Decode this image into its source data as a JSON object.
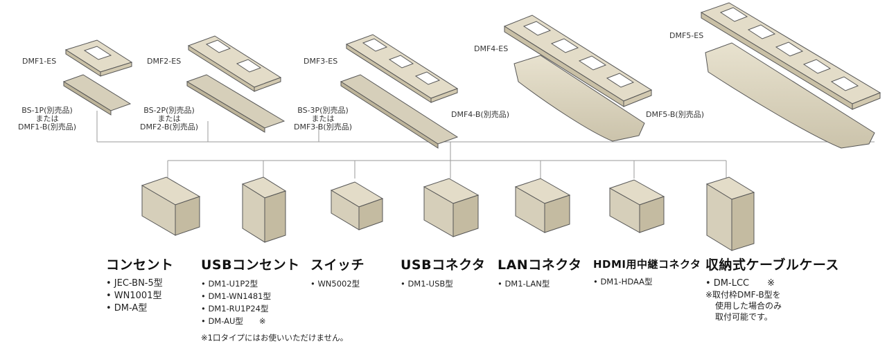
{
  "frames": [
    {
      "plate": "DMF1-ES",
      "base": "BS-1P(別売品)\nまたは\nDMF1-B(別売品)"
    },
    {
      "plate": "DMF2-ES",
      "base": "BS-2P(別売品)\nまたは\nDMF2-B(別売品)"
    },
    {
      "plate": "DMF3-ES",
      "base": "BS-3P(別売品)\nまたは\nDMF3-B(別売品)"
    },
    {
      "plate": "DMF4-ES",
      "base": "DMF4-B(別売品)"
    },
    {
      "plate": "DMF5-ES",
      "base": "DMF5-B(別売品)"
    }
  ],
  "categories": [
    {
      "title": "コンセント",
      "items": [
        "• JEC-BN-5型",
        "• WN1001型",
        "• DM-A型"
      ]
    },
    {
      "title": "USBコンセント",
      "items": [
        "• DM1-U1P2型",
        "• DM1-WN1481型",
        "• DM1-RU1P24型",
        "• DM-AU型　　※"
      ]
    },
    {
      "title": "スイッチ",
      "items": [
        "• WN5002型"
      ]
    },
    {
      "title": "USBコネクタ",
      "items": [
        "• DM1-USB型"
      ]
    },
    {
      "title": "LANコネクタ",
      "items": [
        "• DM1-LAN型"
      ]
    },
    {
      "title": "HDMI用中継コネクタ",
      "items": [
        "• DM1-HDAA型"
      ]
    },
    {
      "title": "収納式ケーブルケース",
      "items": [
        "• DM-LCC　　※"
      ]
    }
  ],
  "notes": {
    "usb_note": "※1口タイプにはお使いいただけません。",
    "case_note_1": "※取付枠DMF-B型を",
    "case_note_2": "使用した場合のみ",
    "case_note_3": "取付可能です。"
  },
  "colors": {
    "plate": "#e3dcc8",
    "plate_side": "#c9c0a6",
    "base": "#d6cfba",
    "line": "#999999",
    "stroke": "#555555"
  }
}
